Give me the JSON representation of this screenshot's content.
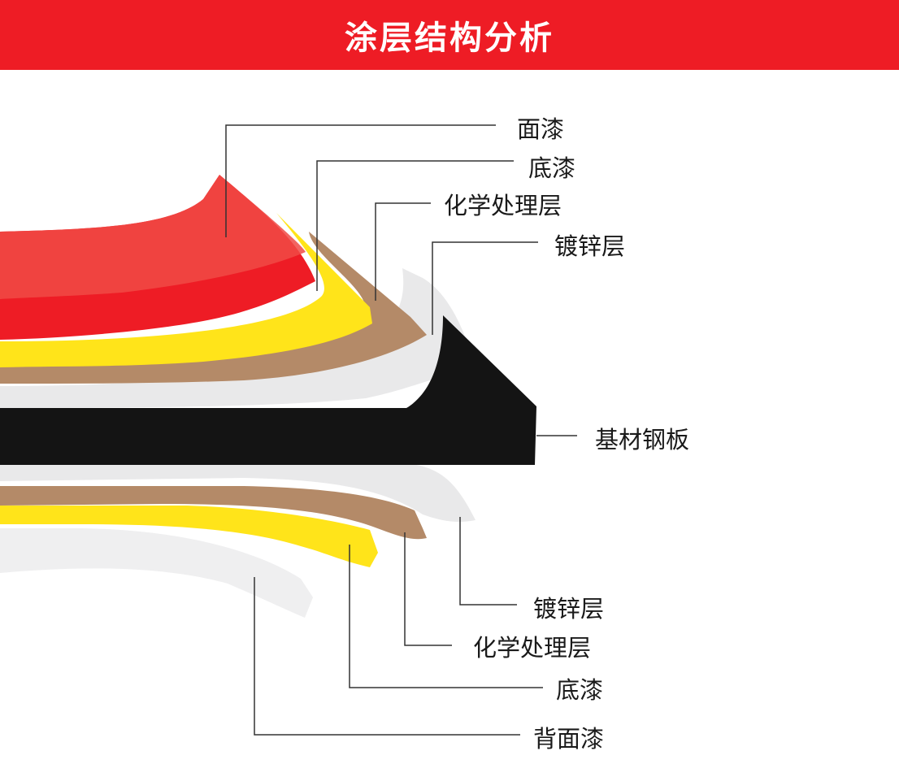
{
  "header": {
    "title": "涂层结构分析"
  },
  "colors": {
    "header_bg": "#ee1c25",
    "topcoat": "#ee1c25",
    "primer": "#ffe41a",
    "chemical_treatment": "#b48a68",
    "galvanized": "#e9e9ea",
    "steel_substrate": "#141414",
    "back_coat": "#efeff0"
  },
  "layers": {
    "top": [
      {
        "label": "面漆",
        "name": "topcoat"
      },
      {
        "label": "底漆",
        "name": "primer"
      },
      {
        "label": "化学处理层",
        "name": "chemical-treatment"
      },
      {
        "label": "镀锌层",
        "name": "galvanized"
      }
    ],
    "core": {
      "label": "基材钢板",
      "name": "steel-substrate"
    },
    "bottom": [
      {
        "label": "镀锌层",
        "name": "galvanized"
      },
      {
        "label": "化学处理层",
        "name": "chemical-treatment"
      },
      {
        "label": "底漆",
        "name": "primer"
      },
      {
        "label": "背面漆",
        "name": "back-coat"
      }
    ]
  }
}
